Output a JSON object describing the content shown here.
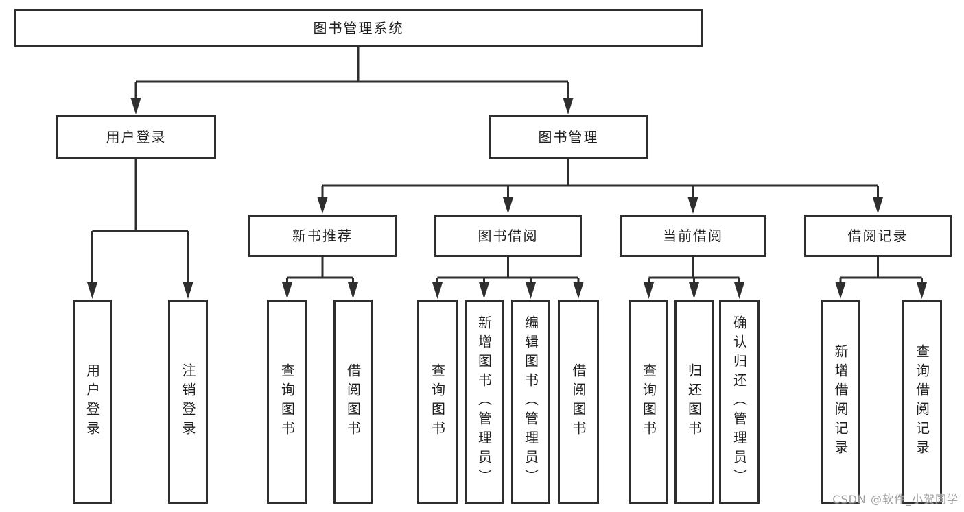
{
  "tree": {
    "label": "图书管理系统",
    "children": [
      {
        "label": "用户登录",
        "children": [
          {
            "label": "用户登录"
          },
          {
            "label": "注销登录"
          }
        ]
      },
      {
        "label": "图书管理",
        "children": [
          {
            "label": "新书推荐",
            "children": [
              {
                "label": "查询图书"
              },
              {
                "label": "借阅图书"
              }
            ]
          },
          {
            "label": "图书借阅",
            "children": [
              {
                "label": "查询图书"
              },
              {
                "label": "新增图书（管理员）"
              },
              {
                "label": "编辑图书（管理员）"
              },
              {
                "label": "借阅图书"
              }
            ]
          },
          {
            "label": "当前借阅",
            "children": [
              {
                "label": "查询图书"
              },
              {
                "label": "归还图书"
              },
              {
                "label": "确认归还（管理员）"
              }
            ]
          },
          {
            "label": "借阅记录",
            "children": [
              {
                "label": "新增借阅记录"
              },
              {
                "label": "查询借阅记录"
              }
            ]
          }
        ]
      }
    ]
  },
  "watermark": "CSDN @软件_小贺同学",
  "colors": {
    "line": "#2e2e2e",
    "text": "#1f1f1f",
    "watermark": "#9e9e9e",
    "background": "#ffffff"
  }
}
